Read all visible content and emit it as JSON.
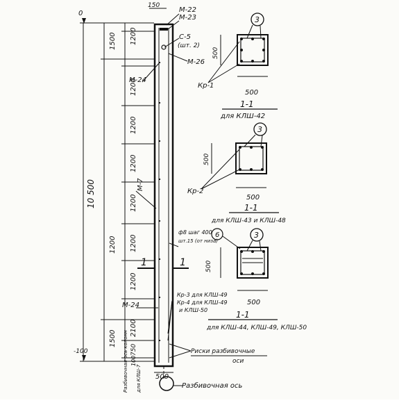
{
  "elevation": {
    "top_level": "0",
    "bottom_level": "-100",
    "total_height": "10 500",
    "upper_segments": [
      "1500",
      "1200"
    ],
    "spacing_segments": [
      "1200",
      "1200",
      "1200",
      "1200",
      "1200",
      "1200",
      "1200"
    ],
    "lower_segments": [
      "1500",
      "2100",
      "750",
      "100"
    ],
    "top_width": "150",
    "bottom_width": "500",
    "section_mark": "1"
  },
  "callouts": {
    "m22": "М-22",
    "m23": "М-23",
    "c5": "С-5",
    "c5_qty": "(шт. 2)",
    "m26": "М-26",
    "m24_top": "М-24",
    "m7": "М-7",
    "m24_bottom": "М-24",
    "rebar_note_1": "ф8 шаг 400",
    "rebar_note_2": "шт.15 (от низа)",
    "rebar_item": "6",
    "kr3_note": "Кр-3 для КЛШ-49",
    "kr4_note": "Кр-4 для КЛШ-49",
    "kr4_note_b": "и КЛШ-50",
    "axis_mark_label": "Риски разбивочные",
    "axis_mark_label_2": "оси",
    "axis_label": "Разбивочная ось",
    "column_side_label": "Разбивочная ось колонн",
    "column_side_label_2": "для КЛШ-7"
  },
  "sections": [
    {
      "title": "1-1",
      "caption": "для КЛШ-42",
      "cage": "Кр-1",
      "item": "3",
      "width": "500",
      "height": "500"
    },
    {
      "title": "1-1",
      "caption": "для КЛШ-43 и КЛШ-48",
      "cage": "Кр-2",
      "item": "3",
      "width": "500",
      "height": "500"
    },
    {
      "title": "1-1",
      "caption": "для КЛШ-44, КЛШ-49, КЛШ-50",
      "cage": "",
      "item": "3",
      "width": "500",
      "height": "500"
    }
  ]
}
